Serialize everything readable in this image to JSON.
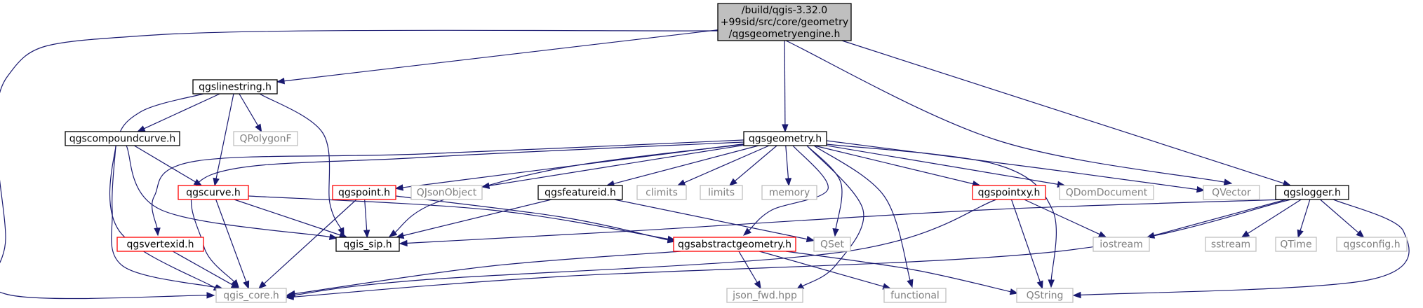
{
  "colors": {
    "edge": "#191970",
    "root_fill": "#bfbfbf",
    "root_border": "#000000",
    "documented_border": "#000000",
    "incomplete_border": "#ff0000",
    "external_border": "#bfbfbf",
    "external_text": "#808080",
    "text": "#000000"
  },
  "nodes": [
    {
      "id": "root",
      "lines": [
        "/build/qgis-3.32.0",
        "+99sid/src/core/geometry",
        "/qgsgeometryengine.h"
      ],
      "kind": "root"
    },
    {
      "id": "qgslinestring",
      "lines": [
        "qgslinestring.h"
      ],
      "kind": "documented"
    },
    {
      "id": "qgscompoundcurve",
      "lines": [
        "qgscompoundcurve.h"
      ],
      "kind": "documented"
    },
    {
      "id": "qpolygonf",
      "lines": [
        "QPolygonF"
      ],
      "kind": "external"
    },
    {
      "id": "qgscurve",
      "lines": [
        "qgscurve.h"
      ],
      "kind": "incomplete"
    },
    {
      "id": "qgsvertexid",
      "lines": [
        "qgsvertexid.h"
      ],
      "kind": "incomplete"
    },
    {
      "id": "qgspoint",
      "lines": [
        "qgspoint.h"
      ],
      "kind": "incomplete"
    },
    {
      "id": "qjsonobject",
      "lines": [
        "QJsonObject"
      ],
      "kind": "external"
    },
    {
      "id": "qgsgeometry",
      "lines": [
        "qgsgeometry.h"
      ],
      "kind": "documented"
    },
    {
      "id": "qgsfeatureid",
      "lines": [
        "qgsfeatureid.h"
      ],
      "kind": "documented"
    },
    {
      "id": "climits",
      "lines": [
        "climits"
      ],
      "kind": "external"
    },
    {
      "id": "limits",
      "lines": [
        "limits"
      ],
      "kind": "external"
    },
    {
      "id": "memory",
      "lines": [
        "memory"
      ],
      "kind": "external"
    },
    {
      "id": "qgspointxy",
      "lines": [
        "qgspointxy.h"
      ],
      "kind": "incomplete"
    },
    {
      "id": "qdomdocument",
      "lines": [
        "QDomDocument"
      ],
      "kind": "external"
    },
    {
      "id": "qvector",
      "lines": [
        "QVector"
      ],
      "kind": "external"
    },
    {
      "id": "qgslogger",
      "lines": [
        "qgslogger.h"
      ],
      "kind": "documented"
    },
    {
      "id": "qgis_sip",
      "lines": [
        "qgis_sip.h"
      ],
      "kind": "documented"
    },
    {
      "id": "qgsabstractgeometry",
      "lines": [
        "qgsabstractgeometry.h"
      ],
      "kind": "incomplete"
    },
    {
      "id": "qset",
      "lines": [
        "QSet"
      ],
      "kind": "external"
    },
    {
      "id": "iostream",
      "lines": [
        "iostream"
      ],
      "kind": "external"
    },
    {
      "id": "sstream",
      "lines": [
        "sstream"
      ],
      "kind": "external"
    },
    {
      "id": "qtime",
      "lines": [
        "QTime"
      ],
      "kind": "external"
    },
    {
      "id": "qgsconfig",
      "lines": [
        "qgsconfig.h"
      ],
      "kind": "external"
    },
    {
      "id": "qgis_core",
      "lines": [
        "qgis_core.h"
      ],
      "kind": "external"
    },
    {
      "id": "json_fwd",
      "lines": [
        "json_fwd.hpp"
      ],
      "kind": "external"
    },
    {
      "id": "functional",
      "lines": [
        "functional"
      ],
      "kind": "external"
    },
    {
      "id": "qstring",
      "lines": [
        "QString"
      ],
      "kind": "external"
    }
  ],
  "edges": [
    {
      "from": "root",
      "to": "qgslinestring"
    },
    {
      "from": "root",
      "to": "qgsgeometry"
    },
    {
      "from": "root",
      "to": "qgslogger"
    },
    {
      "from": "root",
      "to": "qvector"
    },
    {
      "from": "root",
      "to": "qgis_core"
    },
    {
      "from": "qgslinestring",
      "to": "qgscompoundcurve"
    },
    {
      "from": "qgslinestring",
      "to": "qpolygonf"
    },
    {
      "from": "qgslinestring",
      "to": "qgscurve"
    },
    {
      "from": "qgslinestring",
      "to": "qgis_sip"
    },
    {
      "from": "qgslinestring",
      "to": "qgis_core"
    },
    {
      "from": "qgscompoundcurve",
      "to": "qgscurve"
    },
    {
      "from": "qgscompoundcurve",
      "to": "qgis_sip"
    },
    {
      "from": "qgscompoundcurve",
      "to": "qgis_core"
    },
    {
      "from": "qgscurve",
      "to": "qgis_sip"
    },
    {
      "from": "qgscurve",
      "to": "qgsabstractgeometry"
    },
    {
      "from": "qgscurve",
      "to": "qgis_core"
    },
    {
      "from": "qgsvertexid",
      "to": "qgis_core"
    },
    {
      "from": "qgspoint",
      "to": "qgis_sip"
    },
    {
      "from": "qgspoint",
      "to": "qgsabstractgeometry"
    },
    {
      "from": "qgspoint",
      "to": "qgis_core"
    },
    {
      "from": "qgsgeometry",
      "to": "qgsvertexid"
    },
    {
      "from": "qgsgeometry",
      "to": "qgspoint"
    },
    {
      "from": "qgsgeometry",
      "to": "qjsonobject"
    },
    {
      "from": "qgsgeometry",
      "to": "qgsfeatureid"
    },
    {
      "from": "qgsgeometry",
      "to": "climits"
    },
    {
      "from": "qgsgeometry",
      "to": "limits"
    },
    {
      "from": "qgsgeometry",
      "to": "memory"
    },
    {
      "from": "qgsgeometry",
      "to": "qgspointxy"
    },
    {
      "from": "qgsgeometry",
      "to": "qdomdocument"
    },
    {
      "from": "qgsgeometry",
      "to": "qvector"
    },
    {
      "from": "qgsgeometry",
      "to": "qgis_sip"
    },
    {
      "from": "qgsgeometry",
      "to": "qgis_core"
    },
    {
      "from": "qgsgeometry",
      "to": "qgsabstractgeometry"
    },
    {
      "from": "qgsgeometry",
      "to": "qset"
    },
    {
      "from": "qgsgeometry",
      "to": "json_fwd"
    },
    {
      "from": "qgsgeometry",
      "to": "functional"
    },
    {
      "from": "qgsgeometry",
      "to": "qstring"
    },
    {
      "from": "qgsfeatureid",
      "to": "qgis_sip"
    },
    {
      "from": "qgsfeatureid",
      "to": "qset"
    },
    {
      "from": "qgspointxy",
      "to": "iostream"
    },
    {
      "from": "qgspointxy",
      "to": "qstring"
    },
    {
      "from": "qgspointxy",
      "to": "qgis_core"
    },
    {
      "from": "qgsabstractgeometry",
      "to": "qgis_core"
    },
    {
      "from": "qgsabstractgeometry",
      "to": "json_fwd"
    },
    {
      "from": "qgsabstractgeometry",
      "to": "functional"
    },
    {
      "from": "qgsabstractgeometry",
      "to": "qstring"
    },
    {
      "from": "qgslogger",
      "to": "qgis_sip"
    },
    {
      "from": "qgslogger",
      "to": "iostream"
    },
    {
      "from": "qgslogger",
      "to": "sstream"
    },
    {
      "from": "qgslogger",
      "to": "qtime"
    },
    {
      "from": "qgslogger",
      "to": "qgsconfig"
    },
    {
      "from": "qgslogger",
      "to": "qgis_core"
    },
    {
      "from": "qgslogger",
      "to": "qstring"
    }
  ]
}
